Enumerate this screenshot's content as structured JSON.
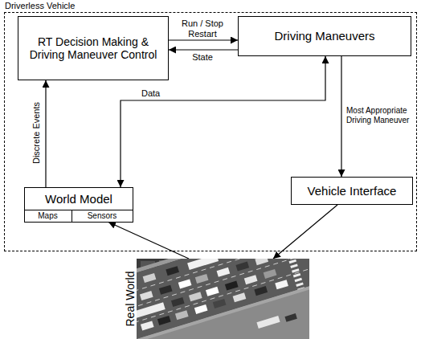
{
  "diagram": {
    "nodes": [
      {
        "text": [
          "Driverless Vehicle"
        ]
      },
      {
        "text": [
          "RT Decision Making & Driving Maneuver Control"
        ],
        "in": 0
      },
      {
        "text": [
          "Driving Maneuvers"
        ],
        "in": 0
      },
      {
        "text": [
          "World Model"
        ],
        "in": 0
      },
      {
        "text": [
          "Maps"
        ],
        "in": 3
      },
      {
        "text": [
          "Sensors"
        ],
        "in": 3
      },
      {
        "text": [
          "Vehicle Interface"
        ],
        "in": 0
      },
      {
        "text": [
          "Real World"
        ]
      }
    ],
    "edges": [
      {
        "from": 1,
        "to": 2,
        "label": "Run / Stop Restart",
        "arrow": "to"
      },
      {
        "from": 2,
        "to": 1,
        "label": "State",
        "arrow": "to"
      },
      {
        "from": 3,
        "to": 1,
        "label": "Discrete Events",
        "arrow": "to"
      },
      {
        "from": 3,
        "to": 2,
        "label": "Data",
        "arrow": "both"
      },
      {
        "from": 2,
        "to": 6,
        "label": "Most Appropriate Driving Maneuver",
        "arrow": "to"
      },
      {
        "from": 6,
        "to": 7,
        "arrow": "to"
      },
      {
        "from": 7,
        "to": 5,
        "arrow": "to"
      }
    ]
  }
}
